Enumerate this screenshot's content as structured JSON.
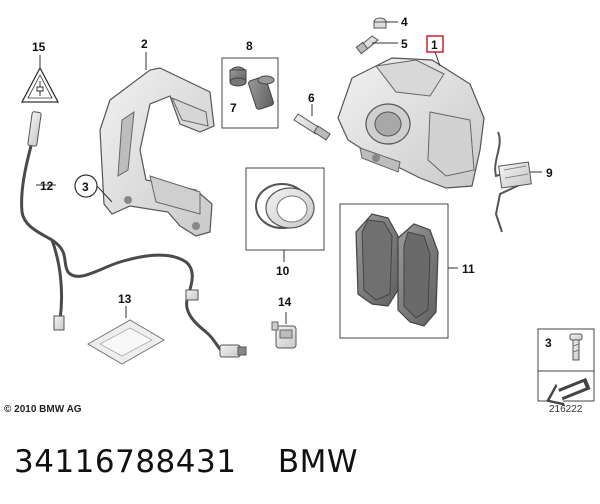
{
  "diagram": {
    "callouts": {
      "c1": "1",
      "c2": "2",
      "c3": "3",
      "c4": "4",
      "c5": "5",
      "c6": "6",
      "c7": "7",
      "c8": "8",
      "c9": "9",
      "c10": "10",
      "c11": "11",
      "c12": "12",
      "c13": "13",
      "c14": "14",
      "c15": "15"
    },
    "highlight_callout": "1",
    "highlight_color": "#d0202a",
    "line_color": "#333333",
    "part_fill": "#e6e6e6",
    "part_stroke": "#555555",
    "screw_box": {
      "number": "3"
    },
    "copyright": "© 2010 BMW AG",
    "drawing_number": "216222"
  },
  "caption": {
    "part_number": "34116788431",
    "brand": "BMW"
  }
}
